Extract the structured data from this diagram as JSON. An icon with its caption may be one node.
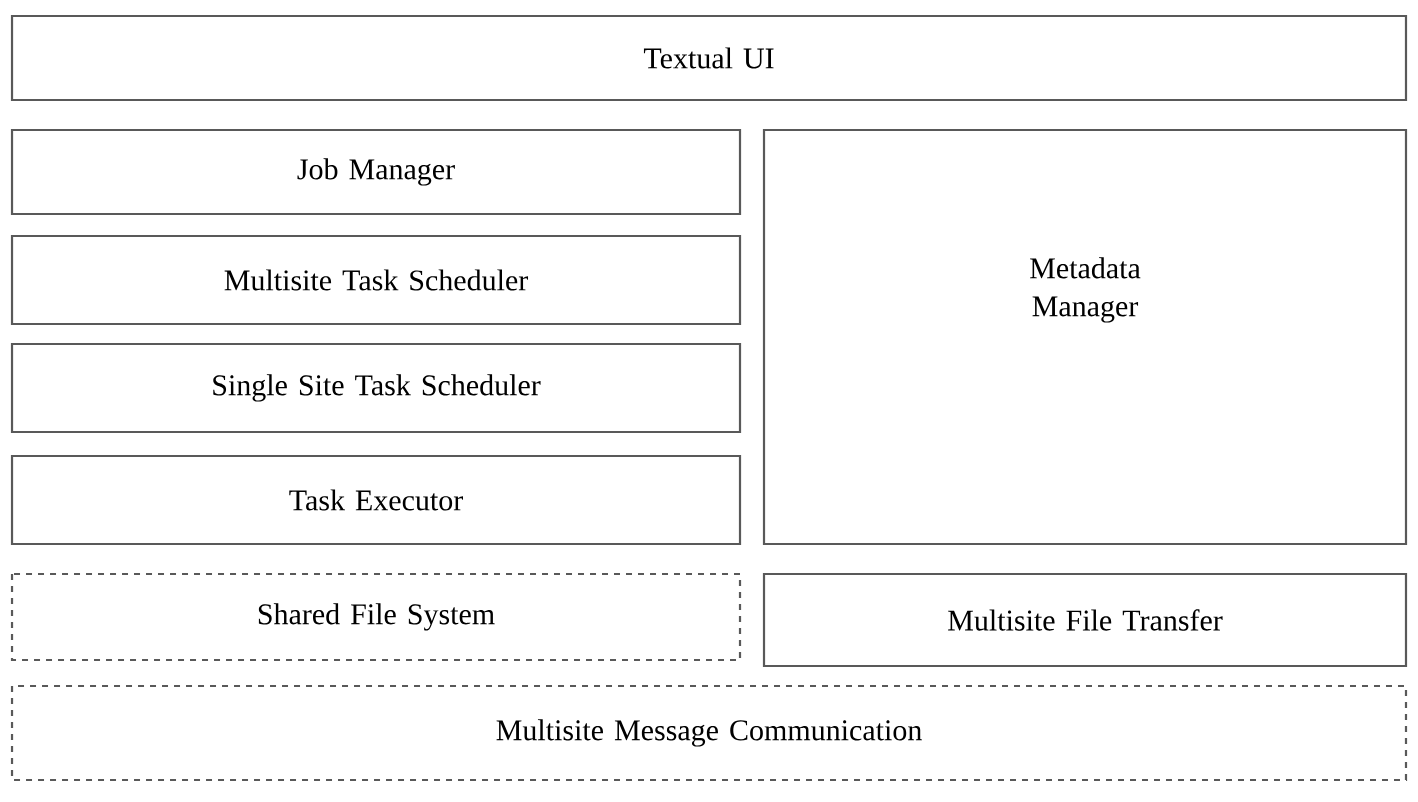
{
  "diagram": {
    "nodes": [
      {
        "text": [
          "Textual UI"
        ]
      },
      {
        "text": [
          "Job Manager"
        ]
      },
      {
        "text": [
          "Multisite Task Scheduler"
        ]
      },
      {
        "text": [
          "Single Site Task Scheduler"
        ]
      },
      {
        "text": [
          "Task Executor"
        ]
      },
      {
        "text": [
          "Metadata Manager"
        ]
      },
      {
        "text": [
          "Shared File System"
        ]
      },
      {
        "text": [
          "Multisite File Transfer"
        ]
      },
      {
        "text": [
          "Multisite Message Communication"
        ]
      }
    ]
  }
}
